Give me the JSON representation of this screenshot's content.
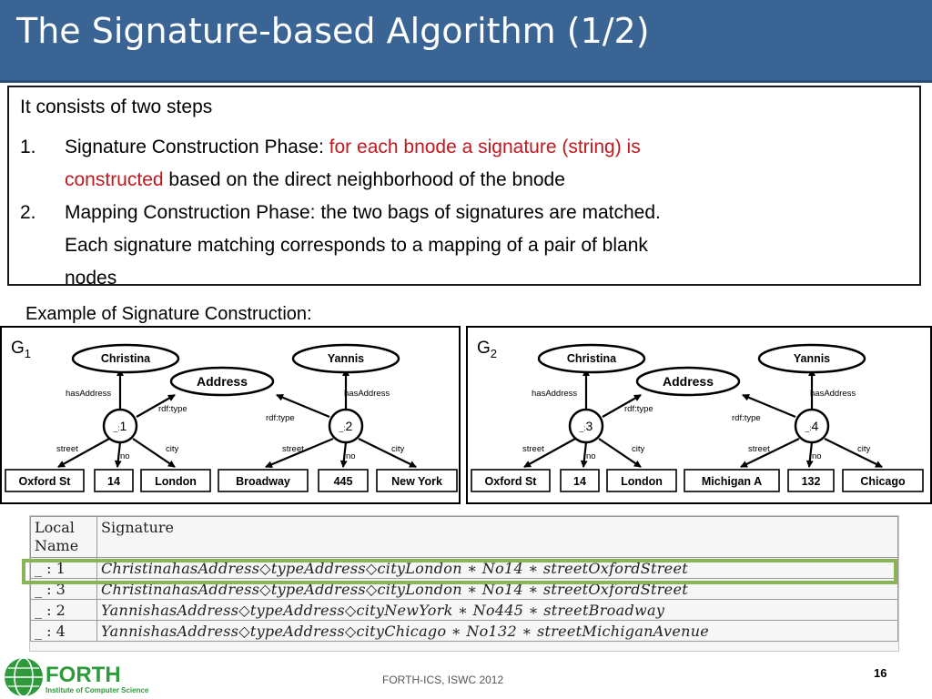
{
  "title": "The Signature-based Algorithm (1/2)",
  "intro": "It consists of two steps",
  "steps": [
    {
      "num": "1.",
      "label": "Signature Construction Phase: ",
      "highlight_l1": "for each bnode a signature (string) is",
      "highlight_l2": "constructed",
      "rest": " based on the direct neighborhood of the bnode"
    },
    {
      "num": "2.",
      "line1": "Mapping Construction Phase: the two bags of signatures are matched.",
      "line2": "Each signature matching corresponds to a mapping of a pair of blank",
      "line3": "nodes"
    }
  ],
  "example_label": "Example of Signature Construction:",
  "graphs": [
    {
      "label": "G",
      "sub": "1",
      "person1": "Christina",
      "person2": "Yannis",
      "class": "Address",
      "edge_has1": "hasAddress",
      "edge_has2": "hasAddress",
      "edge_type1": "rdf:type",
      "edge_type2": "rdf:type",
      "bnode1_prefix": "_:",
      "bnode1_id": "1",
      "bnode2_prefix": "_:",
      "bnode2_id": "2",
      "e_street1": "street",
      "e_no1": "no",
      "e_city1": "city",
      "e_street2": "street",
      "e_no2": "no",
      "e_city2": "city",
      "lit_street1": "Oxford St",
      "lit_no1": "14",
      "lit_city1": "London",
      "lit_street2": "Broadway",
      "lit_no2": "445",
      "lit_city2": "New York"
    },
    {
      "label": "G",
      "sub": "2",
      "person1": "Christina",
      "person2": "Yannis",
      "class": "Address",
      "edge_has1": "hasAddress",
      "edge_has2": "hasAddress",
      "edge_type1": "rdf:type",
      "edge_type2": "rdf:type",
      "bnode1_prefix": "_:",
      "bnode1_id": "3",
      "bnode2_prefix": "_:",
      "bnode2_id": "4",
      "e_street1": "street",
      "e_no1": "no",
      "e_city1": "city",
      "e_street2": "street",
      "e_no2": "no",
      "e_city2": "city",
      "lit_street1": "Oxford St",
      "lit_no1": "14",
      "lit_city1": "London",
      "lit_street2": "Michigan A",
      "lit_no2": "132",
      "lit_city2": "Chicago"
    }
  ],
  "table": {
    "header_name_l1": "Local",
    "header_name_l2": "Name",
    "header_sig": "Signature",
    "rows": [
      {
        "name": "_ : 1",
        "sig": "ChristinahasAddress◇typeAddress◇cityLondon ∗ No14 ∗ streetOxfordStreet"
      },
      {
        "name": "_ : 3",
        "sig": "ChristinahasAddress◇typeAddress◇cityLondon ∗ No14 ∗ streetOxfordStreet"
      },
      {
        "name": "_ : 2",
        "sig": "YannishasAddress◇typeAddress◇cityNewYork ∗ No445 ∗ streetBroadway"
      },
      {
        "name": "_ : 4",
        "sig": "YannishasAddress◇typeAddress◇cityChicago ∗ No132 ∗ streetMichiganAvenue"
      }
    ]
  },
  "footer": "FORTH-ICS, ISWC 2012",
  "page_number": "16",
  "logo_text": "FORTH",
  "logo_subtext": "Institute of Computer Science",
  "colors": {
    "title_bar": "#3a6494",
    "highlight_red": "#c0181c",
    "row_highlight": "#8ab554",
    "logo_green": "#2f9a3c"
  }
}
